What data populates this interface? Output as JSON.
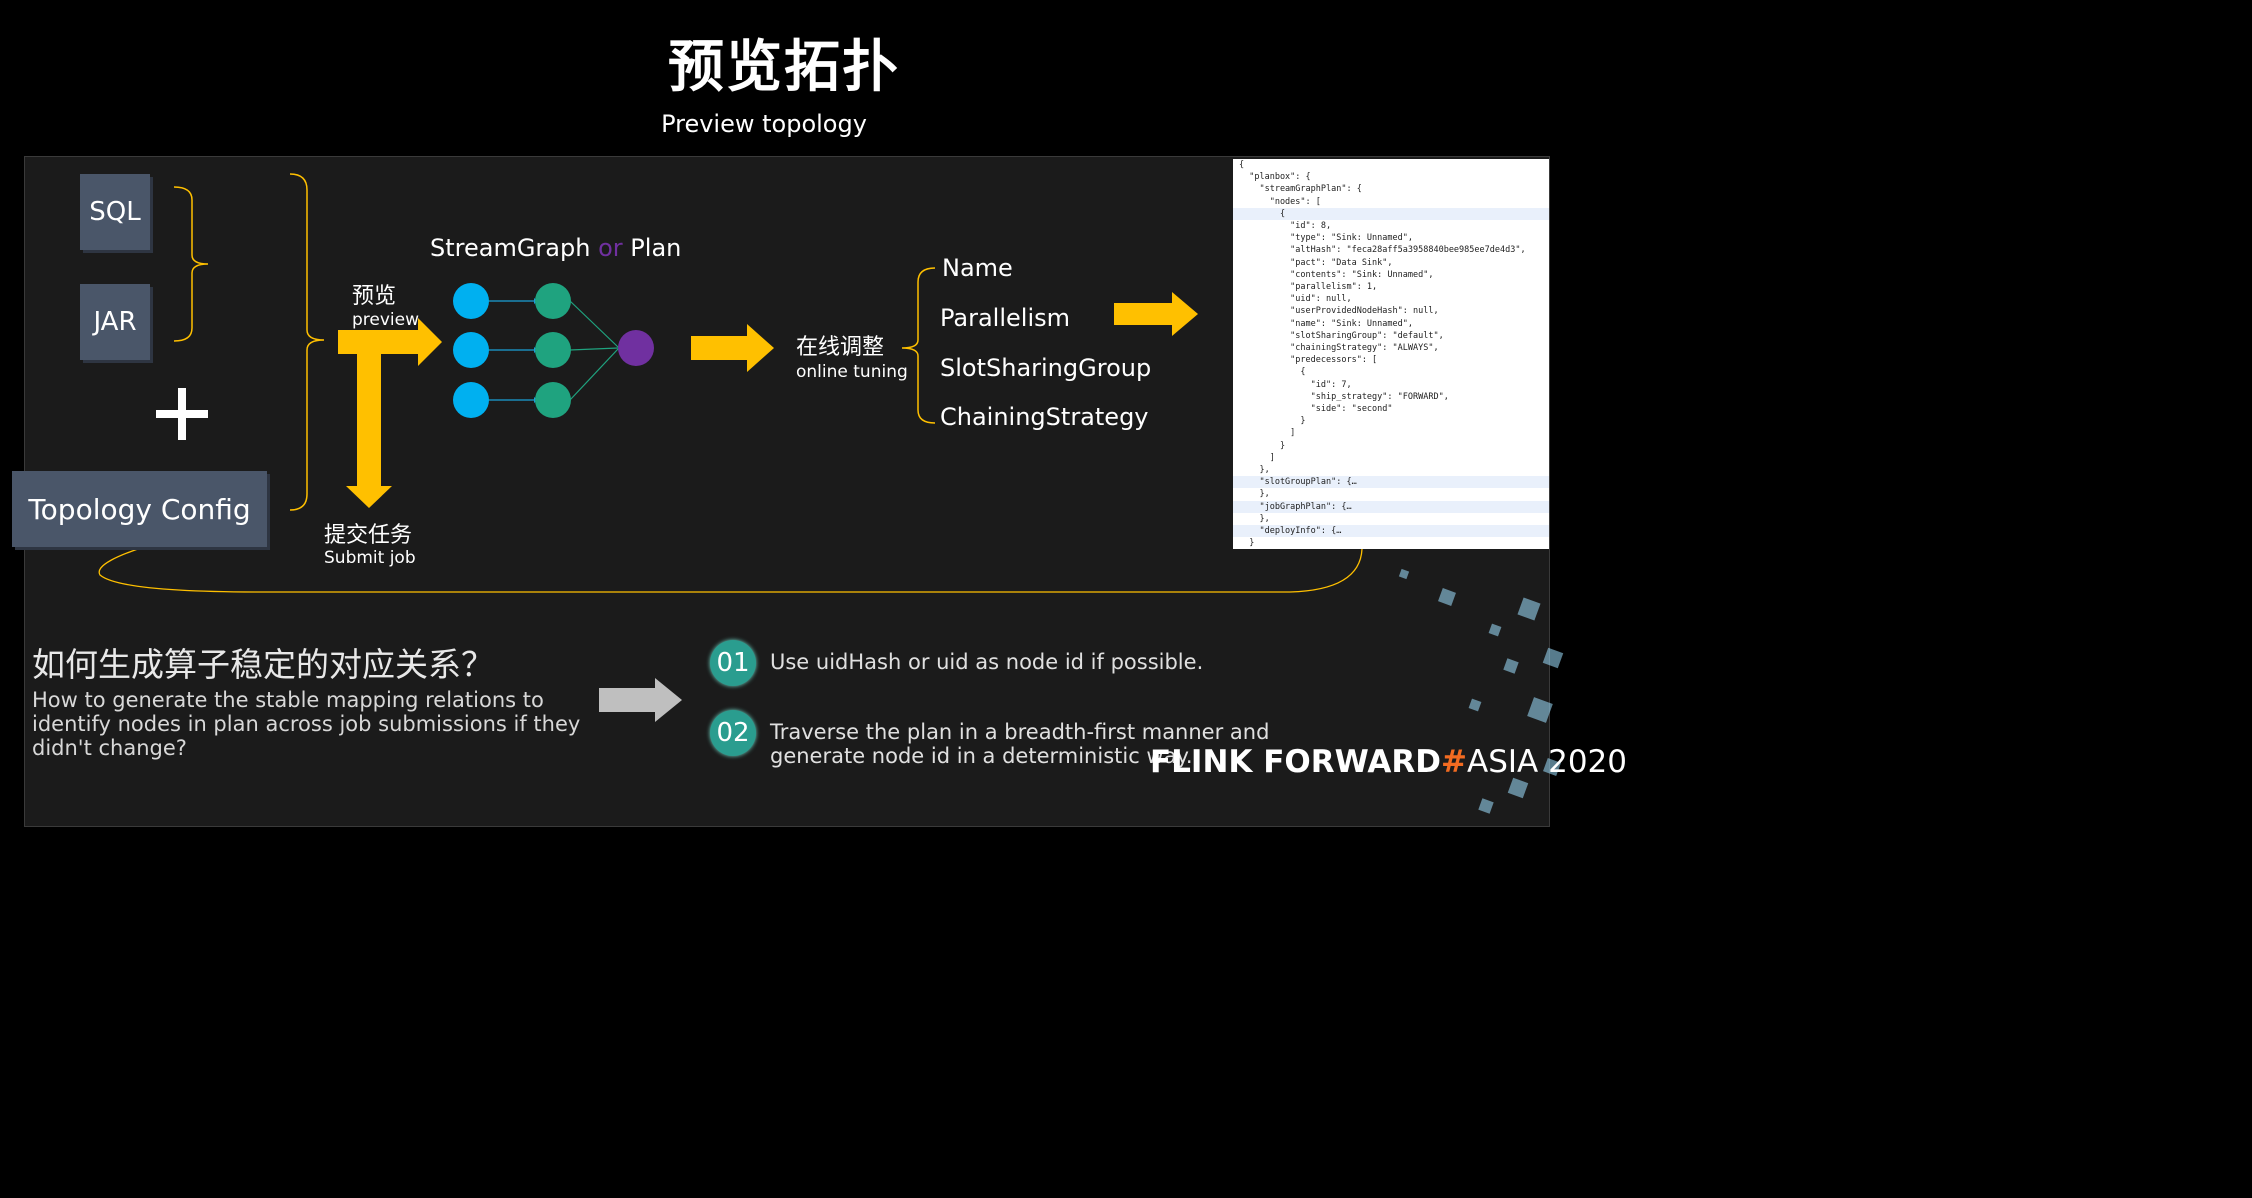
{
  "header": {
    "title": "预览拓扑",
    "subtitle": "Preview topology"
  },
  "inputs": {
    "sql": "SQL",
    "jar": "JAR",
    "plus": "+",
    "topology_config": "Topology Config"
  },
  "flow": {
    "preview_zh": "预览",
    "preview_en": "preview",
    "submit_zh": "提交任务",
    "submit_en": "Submit job",
    "graph_title_a": "StreamGraph",
    "graph_title_or": "or",
    "graph_title_b": "Plan",
    "tuning_zh": "在线调整",
    "tuning_en": "online tuning",
    "params": [
      "Name",
      "Parallelism",
      "SlotSharingGroup",
      "ChainingStrategy"
    ]
  },
  "json_view": {
    "lines": [
      "{",
      "  \"planbox\": {",
      "    \"streamGraphPlan\": {",
      "      \"nodes\": [",
      "        {",
      "          \"id\": 8,",
      "          \"type\": \"Sink: Unnamed\",",
      "          \"altHash\": \"feca28aff5a3958840bee985ee7de4d3\",",
      "          \"pact\": \"Data Sink\",",
      "          \"contents\": \"Sink: Unnamed\",",
      "          \"parallelism\": 1,",
      "          \"uid\": null,",
      "          \"userProvidedNodeHash\": null,",
      "          \"name\": \"Sink: Unnamed\",",
      "          \"slotSharingGroup\": \"default\",",
      "          \"chainingStrategy\": \"ALWAYS\",",
      "          \"predecessors\": [",
      "            {",
      "              \"id\": 7,",
      "              \"ship_strategy\": \"FORWARD\",",
      "              \"side\": \"second\"",
      "            }",
      "          ]",
      "        }",
      "      ]",
      "    },",
      "    \"slotGroupPlan\": {…",
      "    },",
      "    \"jobGraphPlan\": {…",
      "    },",
      "    \"deployInfo\": {…",
      "  }"
    ]
  },
  "question": {
    "zh": "如何生成算子稳定的对应关系？",
    "en": "How to generate the stable mapping relations to identify nodes in plan across job submissions if they didn't change?"
  },
  "answers": [
    {
      "num": "01",
      "text": "Use uidHash or uid as node id if possible."
    },
    {
      "num": "02",
      "text": "Traverse the plan in a breadth-first manner and generate node id in a deterministic way."
    }
  ],
  "brand": {
    "flink": "FLINK",
    "forward": "FORWARD",
    "hash": "#",
    "asia": "ASIA 2020"
  },
  "colors": {
    "arrow": "#ffc000",
    "node_blue": "#00b0f0",
    "node_green": "#1fa37f",
    "node_purple": "#7030a0",
    "or_purple": "#7030a0",
    "brand_hash": "#f26b21",
    "box": "#4a5669",
    "num_badge": "#2a9d8f"
  }
}
